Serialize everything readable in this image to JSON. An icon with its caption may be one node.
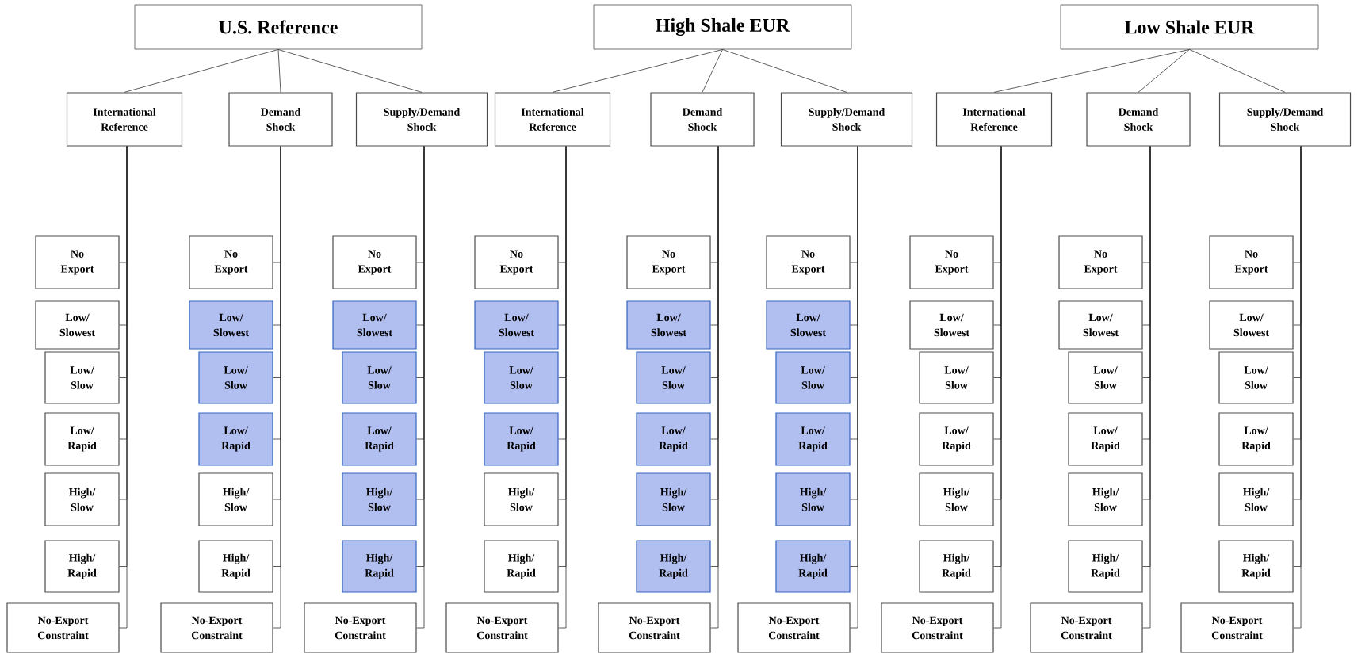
{
  "diagram": {
    "nodes": [
      {
        "text": [
          "U.S. Reference"
        ]
      },
      {
        "text": [
          "High Shale EUR"
        ]
      },
      {
        "text": [
          "Low Shale EUR"
        ]
      },
      {
        "text": [
          "International Reference"
        ]
      },
      {
        "text": [
          "Demand Shock"
        ]
      },
      {
        "text": [
          "Supply/Demand Shock"
        ]
      },
      {
        "text": [
          "International Reference"
        ]
      },
      {
        "text": [
          "Demand Shock"
        ]
      },
      {
        "text": [
          "Supply/Demand Shock"
        ]
      },
      {
        "text": [
          "International Reference"
        ]
      },
      {
        "text": [
          "Demand Shock"
        ]
      },
      {
        "text": [
          "Supply/Demand Shock"
        ]
      },
      {
        "text": [
          "No Export"
        ]
      },
      {
        "text": [
          "Low/ Slowest"
        ]
      },
      {
        "text": [
          "Low/ Slow"
        ]
      },
      {
        "text": [
          "Low/ Rapid"
        ]
      },
      {
        "text": [
          "High/ Slow"
        ]
      },
      {
        "text": [
          "High/ Rapid"
        ]
      },
      {
        "text": [
          "No-Export Constraint"
        ]
      },
      {
        "text": [
          "No Export"
        ]
      },
      {
        "text": [
          "Low/ Slowest"
        ]
      },
      {
        "text": [
          "Low/ Slow"
        ]
      },
      {
        "text": [
          "Low/ Rapid"
        ]
      },
      {
        "text": [
          "High/ Slow"
        ]
      },
      {
        "text": [
          "High/ Rapid"
        ]
      },
      {
        "text": [
          "No-Export Constraint"
        ]
      },
      {
        "text": [
          "No Export"
        ]
      },
      {
        "text": [
          "Low/ Slowest"
        ]
      },
      {
        "text": [
          "Low/ Slow"
        ]
      },
      {
        "text": [
          "Low/ Rapid"
        ]
      },
      {
        "text": [
          "High/ Slow"
        ]
      },
      {
        "text": [
          "High/ Rapid"
        ]
      },
      {
        "text": [
          "No-Export Constraint"
        ]
      },
      {
        "text": [
          "No Export"
        ]
      },
      {
        "text": [
          "Low/ Slowest"
        ]
      },
      {
        "text": [
          "Low/ Slow"
        ]
      },
      {
        "text": [
          "Low/ Rapid"
        ]
      },
      {
        "text": [
          "High/ Slow"
        ]
      },
      {
        "text": [
          "High/ Rapid"
        ]
      },
      {
        "text": [
          "No-Export Constraint"
        ]
      },
      {
        "text": [
          "No Export"
        ]
      },
      {
        "text": [
          "Low/ Slowest"
        ]
      },
      {
        "text": [
          "Low/ Slow"
        ]
      },
      {
        "text": [
          "Low/ Rapid"
        ]
      },
      {
        "text": [
          "High/ Slow"
        ]
      },
      {
        "text": [
          "High/ Rapid"
        ]
      },
      {
        "text": [
          "No-Export Constraint"
        ]
      },
      {
        "text": [
          "No Export"
        ]
      },
      {
        "text": [
          "Low/ Slowest"
        ]
      },
      {
        "text": [
          "Low/ Slow"
        ]
      },
      {
        "text": [
          "Low/ Rapid"
        ]
      },
      {
        "text": [
          "High/ Slow"
        ]
      },
      {
        "text": [
          "High/ Rapid"
        ]
      },
      {
        "text": [
          "No-Export Constraint"
        ]
      },
      {
        "text": [
          "No Export"
        ]
      },
      {
        "text": [
          "Low/ Slowest"
        ]
      },
      {
        "text": [
          "Low/ Slow"
        ]
      },
      {
        "text": [
          "Low/ Rapid"
        ]
      },
      {
        "text": [
          "High/ Slow"
        ]
      },
      {
        "text": [
          "High/ Rapid"
        ]
      },
      {
        "text": [
          "No-Export Constraint"
        ]
      },
      {
        "text": [
          "No Export"
        ]
      },
      {
        "text": [
          "Low/ Slowest"
        ]
      },
      {
        "text": [
          "Low/ Slow"
        ]
      },
      {
        "text": [
          "Low/ Rapid"
        ]
      },
      {
        "text": [
          "High/ Slow"
        ]
      },
      {
        "text": [
          "High/ Rapid"
        ]
      },
      {
        "text": [
          "No-Export Constraint"
        ]
      },
      {
        "text": [
          "No Export"
        ]
      },
      {
        "text": [
          "Low/ Slowest"
        ]
      },
      {
        "text": [
          "Low/ Slow"
        ]
      },
      {
        "text": [
          "Low/ Rapid"
        ]
      },
      {
        "text": [
          "High/ Slow"
        ]
      },
      {
        "text": [
          "High/ Rapid"
        ]
      },
      {
        "text": [
          "No-Export Constraint"
        ]
      }
    ],
    "edges": [
      {
        "from": 0,
        "to": 3,
        "arrow": "none"
      },
      {
        "from": 0,
        "to": 4,
        "arrow": "none"
      },
      {
        "from": 0,
        "to": 5,
        "arrow": "none"
      },
      {
        "from": 1,
        "to": 6,
        "arrow": "none"
      },
      {
        "from": 1,
        "to": 7,
        "arrow": "none"
      },
      {
        "from": 1,
        "to": 8,
        "arrow": "none"
      },
      {
        "from": 2,
        "to": 9,
        "arrow": "none"
      },
      {
        "from": 2,
        "to": 10,
        "arrow": "none"
      },
      {
        "from": 2,
        "to": 11,
        "arrow": "none"
      },
      {
        "from": 3,
        "to": 12,
        "arrow": "none"
      },
      {
        "from": 3,
        "to": 13,
        "arrow": "none"
      },
      {
        "from": 3,
        "to": 14,
        "arrow": "none"
      },
      {
        "from": 3,
        "to": 15,
        "arrow": "none"
      },
      {
        "from": 3,
        "to": 16,
        "arrow": "none"
      },
      {
        "from": 3,
        "to": 17,
        "arrow": "none"
      },
      {
        "from": 3,
        "to": 18,
        "arrow": "none"
      },
      {
        "from": 4,
        "to": 19,
        "arrow": "none"
      },
      {
        "from": 4,
        "to": 20,
        "arrow": "none"
      },
      {
        "from": 4,
        "to": 21,
        "arrow": "none"
      },
      {
        "from": 4,
        "to": 22,
        "arrow": "none"
      },
      {
        "from": 4,
        "to": 23,
        "arrow": "none"
      },
      {
        "from": 4,
        "to": 24,
        "arrow": "none"
      },
      {
        "from": 4,
        "to": 25,
        "arrow": "none"
      },
      {
        "from": 5,
        "to": 26,
        "arrow": "none"
      },
      {
        "from": 5,
        "to": 27,
        "arrow": "none"
      },
      {
        "from": 5,
        "to": 28,
        "arrow": "none"
      },
      {
        "from": 5,
        "to": 29,
        "arrow": "none"
      },
      {
        "from": 5,
        "to": 30,
        "arrow": "none"
      },
      {
        "from": 5,
        "to": 31,
        "arrow": "none"
      },
      {
        "from": 5,
        "to": 32,
        "arrow": "none"
      },
      {
        "from": 6,
        "to": 33,
        "arrow": "none"
      },
      {
        "from": 6,
        "to": 34,
        "arrow": "none"
      },
      {
        "from": 6,
        "to": 35,
        "arrow": "none"
      },
      {
        "from": 6,
        "to": 36,
        "arrow": "none"
      },
      {
        "from": 6,
        "to": 37,
        "arrow": "none"
      },
      {
        "from": 6,
        "to": 38,
        "arrow": "none"
      },
      {
        "from": 6,
        "to": 39,
        "arrow": "none"
      },
      {
        "from": 7,
        "to": 40,
        "arrow": "none"
      },
      {
        "from": 7,
        "to": 41,
        "arrow": "none"
      },
      {
        "from": 7,
        "to": 42,
        "arrow": "none"
      },
      {
        "from": 7,
        "to": 43,
        "arrow": "none"
      },
      {
        "from": 7,
        "to": 44,
        "arrow": "none"
      },
      {
        "from": 7,
        "to": 45,
        "arrow": "none"
      },
      {
        "from": 7,
        "to": 46,
        "arrow": "none"
      },
      {
        "from": 8,
        "to": 47,
        "arrow": "none"
      },
      {
        "from": 8,
        "to": 48,
        "arrow": "none"
      },
      {
        "from": 8,
        "to": 49,
        "arrow": "none"
      },
      {
        "from": 8,
        "to": 50,
        "arrow": "none"
      },
      {
        "from": 8,
        "to": 51,
        "arrow": "none"
      },
      {
        "from": 8,
        "to": 52,
        "arrow": "none"
      },
      {
        "from": 8,
        "to": 53,
        "arrow": "none"
      },
      {
        "from": 9,
        "to": 54,
        "arrow": "none"
      },
      {
        "from": 9,
        "to": 55,
        "arrow": "none"
      },
      {
        "from": 9,
        "to": 56,
        "arrow": "none"
      },
      {
        "from": 9,
        "to": 57,
        "arrow": "none"
      },
      {
        "from": 9,
        "to": 58,
        "arrow": "none"
      },
      {
        "from": 9,
        "to": 59,
        "arrow": "none"
      },
      {
        "from": 9,
        "to": 60,
        "arrow": "none"
      },
      {
        "from": 10,
        "to": 61,
        "arrow": "none"
      },
      {
        "from": 10,
        "to": 62,
        "arrow": "none"
      },
      {
        "from": 10,
        "to": 63,
        "arrow": "none"
      },
      {
        "from": 10,
        "to": 64,
        "arrow": "none"
      },
      {
        "from": 10,
        "to": 65,
        "arrow": "none"
      },
      {
        "from": 10,
        "to": 66,
        "arrow": "none"
      },
      {
        "from": 10,
        "to": 67,
        "arrow": "none"
      },
      {
        "from": 11,
        "to": 68,
        "arrow": "none"
      },
      {
        "from": 11,
        "to": 69,
        "arrow": "none"
      },
      {
        "from": 11,
        "to": 70,
        "arrow": "none"
      },
      {
        "from": 11,
        "to": 71,
        "arrow": "none"
      },
      {
        "from": 11,
        "to": 72,
        "arrow": "none"
      },
      {
        "from": 11,
        "to": 73,
        "arrow": "none"
      },
      {
        "from": 11,
        "to": 74,
        "arrow": "none"
      }
    ]
  }
}
